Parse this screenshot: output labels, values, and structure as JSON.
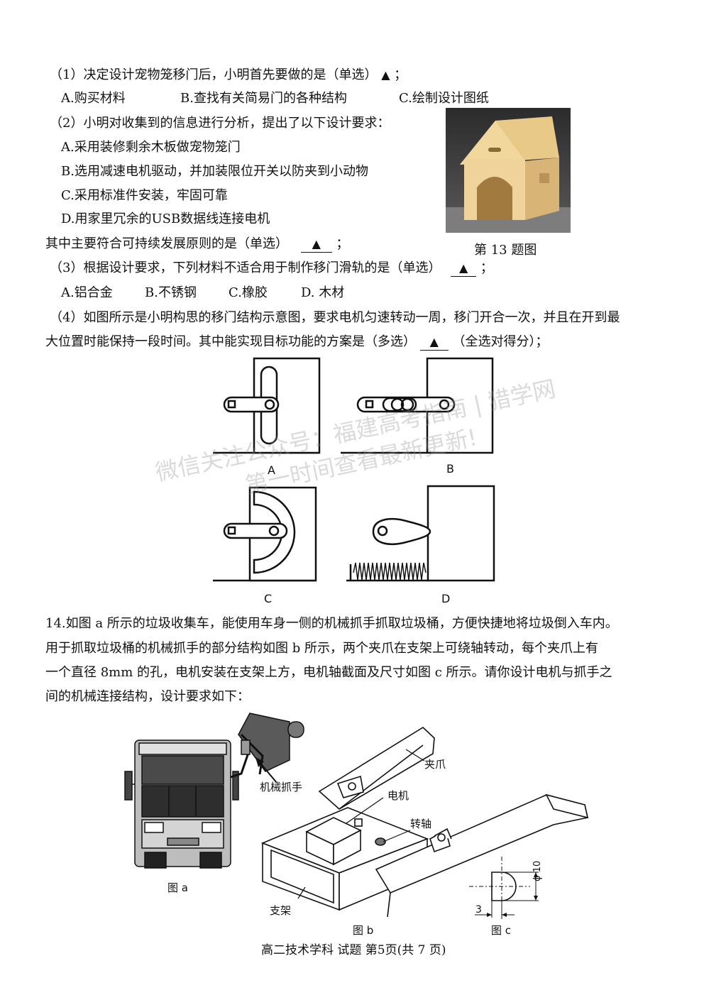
{
  "q13": {
    "p1": {
      "stem": "（1）决定设计宠物笼移门后，小明首先要做的是（单选）",
      "mark": "▲",
      "end": "；",
      "options": [
        "A.购买材料",
        "B.查找有关简易门的各种结构",
        "C.绘制设计图纸"
      ]
    },
    "p2": {
      "stem": "（2）小明对收集到的信息进行分析，提出了以下设计要求：",
      "options": [
        "A.采用装修剩余木板做宠物笼门",
        "B.选用减速电机驱动，并加装限位开关以防夹到小动物",
        "C.采用标准件安装，牢固可靠",
        "D.用家里冗余的USB数据线连接电机"
      ],
      "ask": "其中主要符合可持续发展原则的是（单选）",
      "mark": "▲",
      "end": "；"
    },
    "photo_caption": "第 13 题图",
    "p3": {
      "stem": "（3）根据设计要求，下列材料不适合用于制作移门滑轨的是（单选）",
      "mark": "▲",
      "end": "；",
      "options": [
        "A.铝合金",
        "B.不锈钢",
        "C.橡胶",
        "D. 木材"
      ]
    },
    "p4": {
      "line1": "（4）如图所示是小明构思的移门结构示意图，要求电机匀速转动一周，移门开合一次，并且在开到最",
      "line2a": "大位置时能保持一段时间。其中能实现目标功能的方案是（多选）",
      "mark": "▲",
      "line2b": "（全选对得分）；",
      "labels": [
        "A",
        "B",
        "C",
        "D"
      ]
    }
  },
  "q14": {
    "lines": [
      "14.如图 a 所示的垃圾收集车，能使用车身一侧的机械抓手抓取垃圾桶，方便快捷地将垃圾倒入车内。",
      "用于抓取垃圾桶的机械抓手的部分结构如图 b 所示，两个夹爪在支架上可绕轴转动，每个夹爪上有",
      "一个直径 8mm 的孔，电机安装在支架上方，电机轴截面及尺寸如图 c 所示。请你设计电机与抓手之",
      "间的机械连接结构，设计要求如下："
    ],
    "fig_a": {
      "callout": "机械抓手",
      "caption": "图 a"
    },
    "fig_b": {
      "claw": "夹爪",
      "motor": "电机",
      "shaft": "转轴",
      "frame": "支架",
      "caption": "图 b"
    },
    "fig_c": {
      "dim_flat": "3",
      "dim_dia": "ϕ 10",
      "caption": "图 c"
    }
  },
  "watermark": {
    "line1": "微信关注公众号：福建高考指南 | 猎学网",
    "line2": "第一时间查看最新更新!"
  },
  "footer": "高二技术学科 试题 第5页(共 7 页)"
}
